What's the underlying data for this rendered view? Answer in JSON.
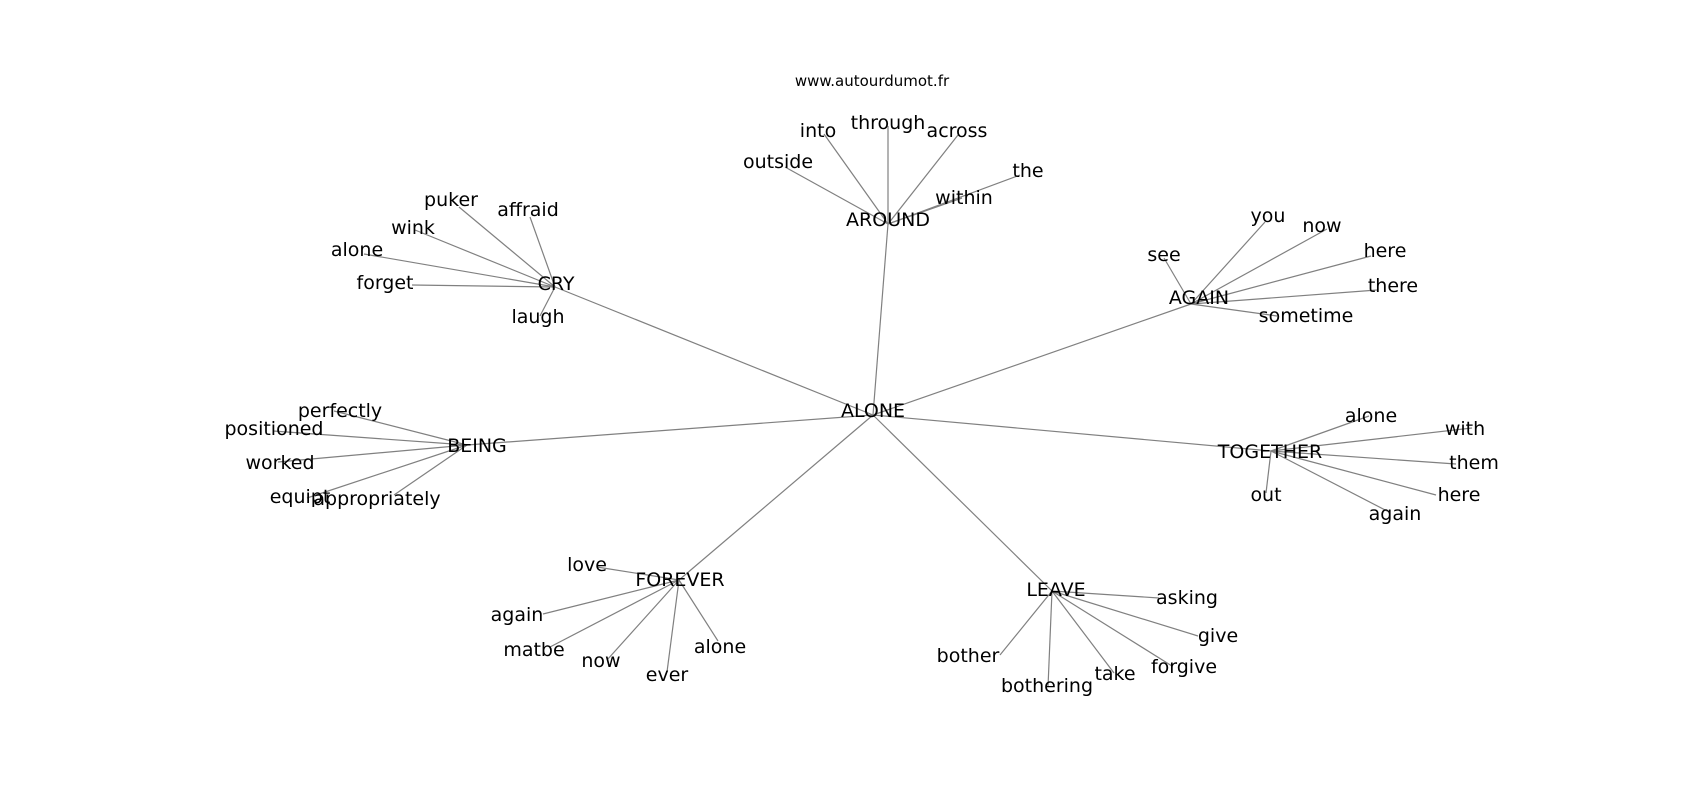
{
  "source": "www.autourdumot.fr",
  "center": {
    "word": "ALONE"
  },
  "clusters": [
    {
      "id": "around",
      "word": "AROUND",
      "leaves": [
        "outside",
        "into",
        "through",
        "across",
        "the",
        "within"
      ]
    },
    {
      "id": "cry",
      "word": "CRY",
      "leaves": [
        "puker",
        "affraid",
        "wink",
        "alone",
        "forget",
        "laugh"
      ]
    },
    {
      "id": "again",
      "word": "AGAIN",
      "leaves": [
        "see",
        "you",
        "now",
        "here",
        "there",
        "sometime"
      ]
    },
    {
      "id": "being",
      "word": "BEING",
      "leaves": [
        "perfectly",
        "positioned",
        "worked",
        "equipt",
        "appropriately"
      ]
    },
    {
      "id": "together",
      "word": "TOGETHER",
      "leaves": [
        "alone",
        "with",
        "them",
        "here",
        "again",
        "out"
      ]
    },
    {
      "id": "forever",
      "word": "FOREVER",
      "leaves": [
        "love",
        "again",
        "matbe",
        "now",
        "ever",
        "alone"
      ]
    },
    {
      "id": "leave",
      "word": "LEAVE",
      "leaves": [
        "asking",
        "give",
        "forgive",
        "take",
        "bothering",
        "bother"
      ]
    }
  ]
}
